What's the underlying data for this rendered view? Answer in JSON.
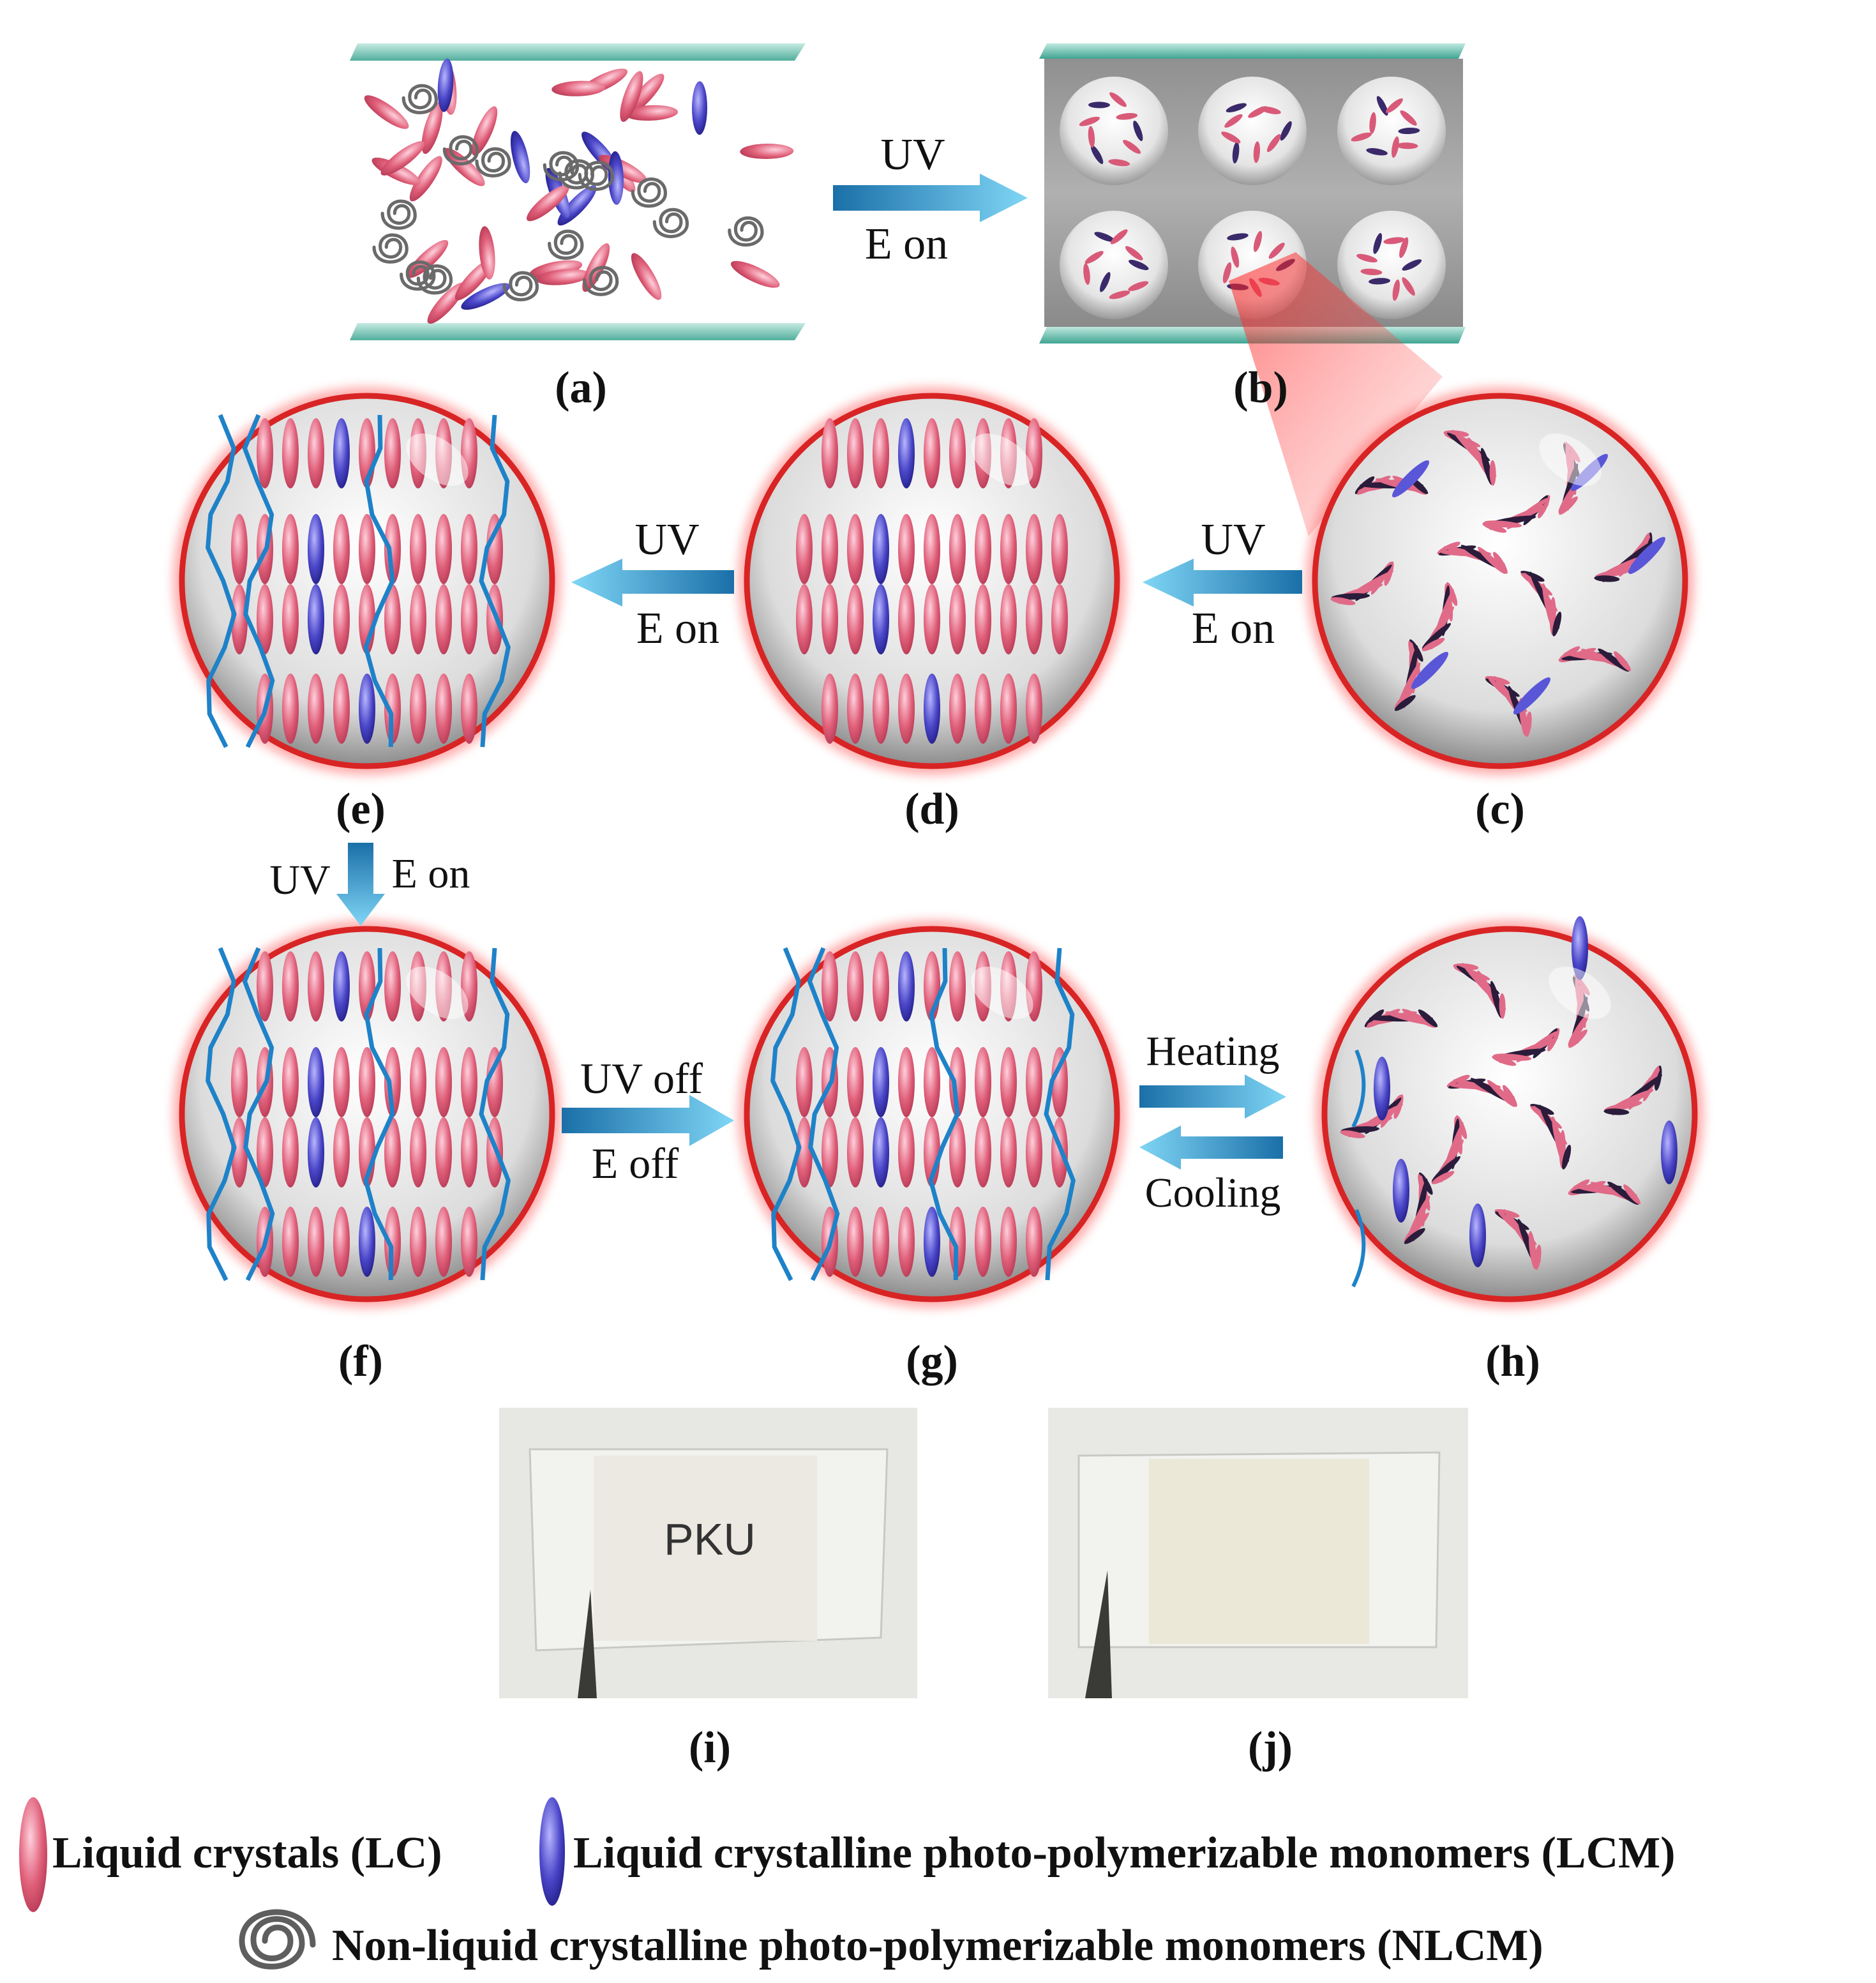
{
  "panels": {
    "a": "(a)",
    "b": "(b)",
    "c": "(c)",
    "d": "(d)",
    "e": "(e)",
    "f": "(f)",
    "g": "(g)",
    "h": "(h)",
    "i": "(i)",
    "j": "(j)"
  },
  "arrows": {
    "a_to_b": {
      "top": "UV",
      "bottom": "E on"
    },
    "c_to_d": {
      "top": "UV",
      "bottom": "E on"
    },
    "d_to_e": {
      "top": "UV",
      "bottom": "E on"
    },
    "e_to_f": {
      "left": "UV",
      "right": "E on"
    },
    "f_to_g": {
      "top": "UV off",
      "bottom": "E off"
    },
    "g_h": {
      "top": "Heating",
      "bottom": "Cooling"
    }
  },
  "photo_text": "PKU",
  "legend": {
    "lc": "Liquid crystals (LC)",
    "lcm": "Liquid crystalline photo-polymerizable monomers (LCM)",
    "nlcm": "Non-liquid crystalline photo-polymerizable monomers (NLCM)"
  },
  "colors": {
    "lc": "#e0607a",
    "lcm": "#4a46c8",
    "nlcm": "#8a8a8a",
    "arrow": "#1fa0d8",
    "ring": "#e02626"
  },
  "icons": {
    "lc": "pink-ellipse-icon",
    "lcm": "blue-ellipse-icon",
    "nlcm": "spiral-icon"
  }
}
